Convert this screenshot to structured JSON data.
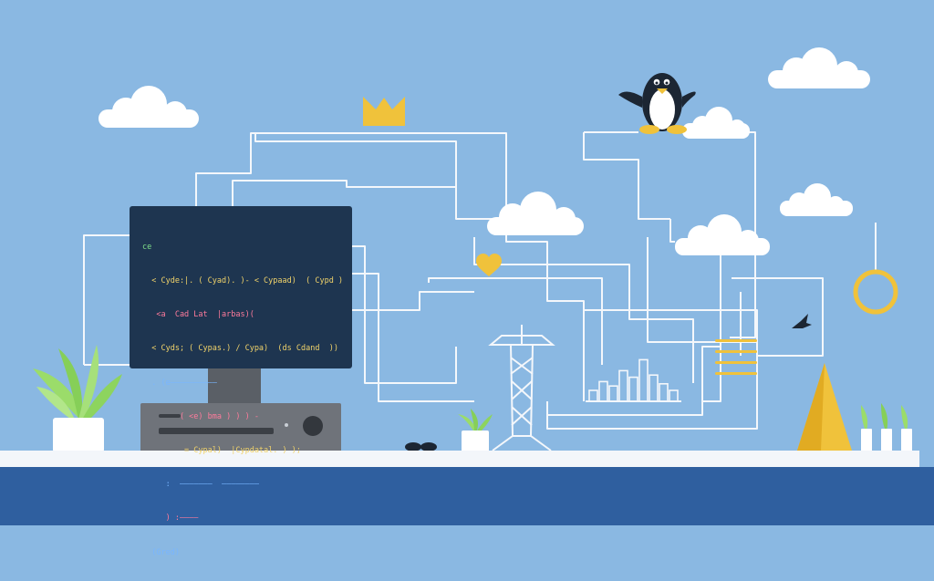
{
  "scene": {
    "colors": {
      "sky": "#8ab8e2",
      "floor": "#2f5f9f",
      "shelf": "#f3f6fa",
      "monitor": "#1e3550",
      "wire": "#f4f7fb",
      "accent_yellow": "#f0c23b",
      "plant_green": "#9bdc6a"
    },
    "icons": [
      "linux-penguin-icon",
      "crown-icon",
      "heart-icon",
      "ring-icon",
      "cloud-icon",
      "bird-icon",
      "tower-icon",
      "cone-icon"
    ]
  },
  "code_editor": {
    "lines": [
      "ce",
      "  < Cyde:|. ( Cyad). )- < Cypaad)  ( Cypd )",
      "   <a  Cad Lat  |arbas)(",
      "  < Cyds; ( Cypas.) / Cypa)  (ds Cdand  ))",
      "  . (e——————————",
      "        ( <e) bma ) ) ) -",
      "         = Cypal)  |Cypdatal. ) );",
      "     :  ———————  ————————",
      "     ) :————",
      "  (Gred)"
    ]
  },
  "histogram": {
    "levels": [
      0.25,
      0.45,
      0.35,
      0.7,
      0.55,
      0.95,
      0.6,
      0.4,
      0.25
    ]
  }
}
